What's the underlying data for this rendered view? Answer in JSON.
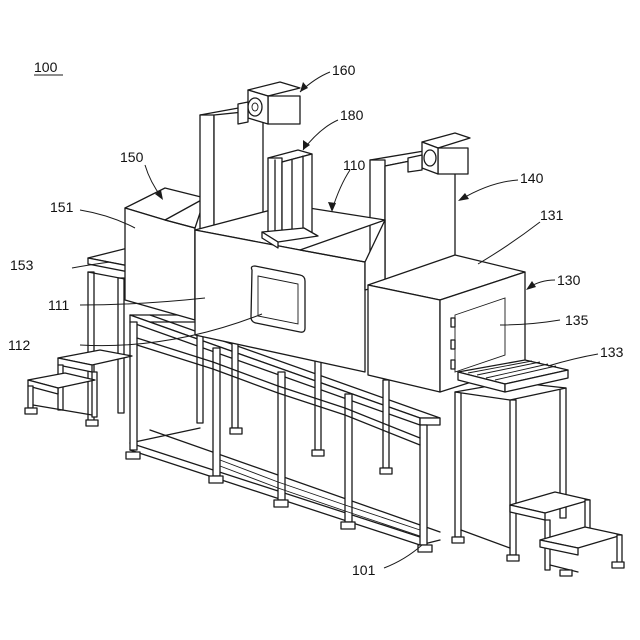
{
  "figure": {
    "labels": {
      "assembly": "100",
      "frame": "101",
      "chamber": "110",
      "chamber_front": "111",
      "window": "112",
      "right_unit": "130",
      "right_unit_top": "131",
      "conveyor": "133",
      "door": "135",
      "right_column": "140",
      "left_unit": "150",
      "left_unit_face": "151",
      "left_table": "153",
      "top_actuator": "160",
      "clamp": "180"
    }
  }
}
